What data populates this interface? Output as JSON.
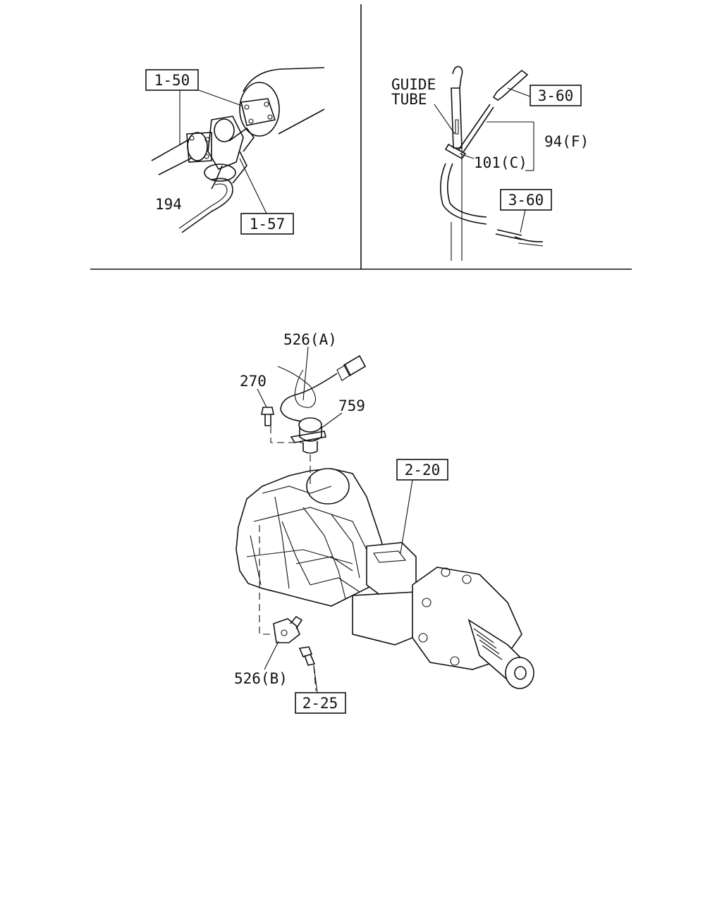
{
  "top_left": {
    "ref_1_50": "1-50",
    "ref_1_57": "1-57",
    "part_194": "194"
  },
  "top_right": {
    "guide_tube_line1": "GUIDE",
    "guide_tube_line2": "TUBE",
    "ref_3_60_top": "3-60",
    "part_94f": "94(F)",
    "part_101c": "101(C)",
    "ref_3_60_bottom": "3-60"
  },
  "bottom": {
    "part_526a": "526(A)",
    "part_270": "270",
    "part_759": "759",
    "ref_2_20": "2-20",
    "part_526b": "526(B)",
    "ref_2_25": "2-25"
  }
}
